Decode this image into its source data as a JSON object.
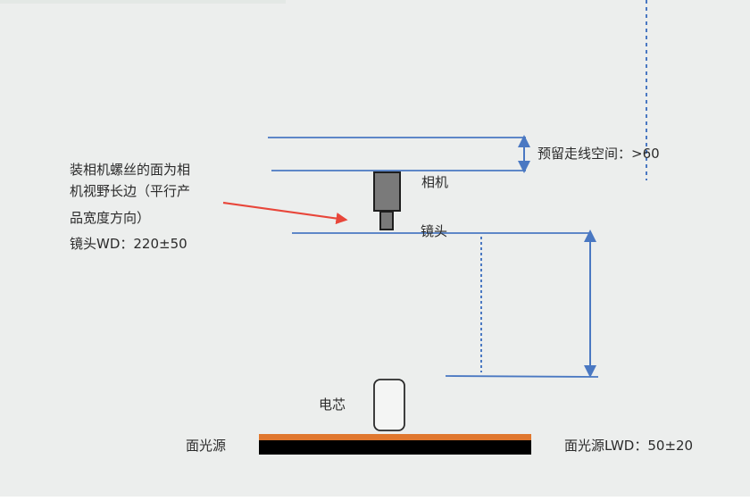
{
  "diagram": {
    "title": "",
    "labels": {
      "camera": "相机",
      "lens": "镜头",
      "cell": "电芯",
      "area_light": "面光源",
      "wiring_space": "预留走线空间：>60",
      "area_light_lwd": "面光源LWD：50±20"
    },
    "note": {
      "line1": "装相机螺丝的面为相",
      "line2": "机视野长边（平行产",
      "line3": "品宽度方向）",
      "lens_wd": "镜头WD：220±50"
    },
    "specs": {
      "wiring_space_min": ">60",
      "lens_working_distance": "220±50",
      "area_light_working_distance": "50±20"
    },
    "colors": {
      "guide_line": "#4a78c2",
      "pointer_arrow": "#e8463a",
      "light_top": "#e0772e",
      "light_body": "#000000",
      "camera_body": "#7a7a7a",
      "background": "#eceeed"
    }
  }
}
